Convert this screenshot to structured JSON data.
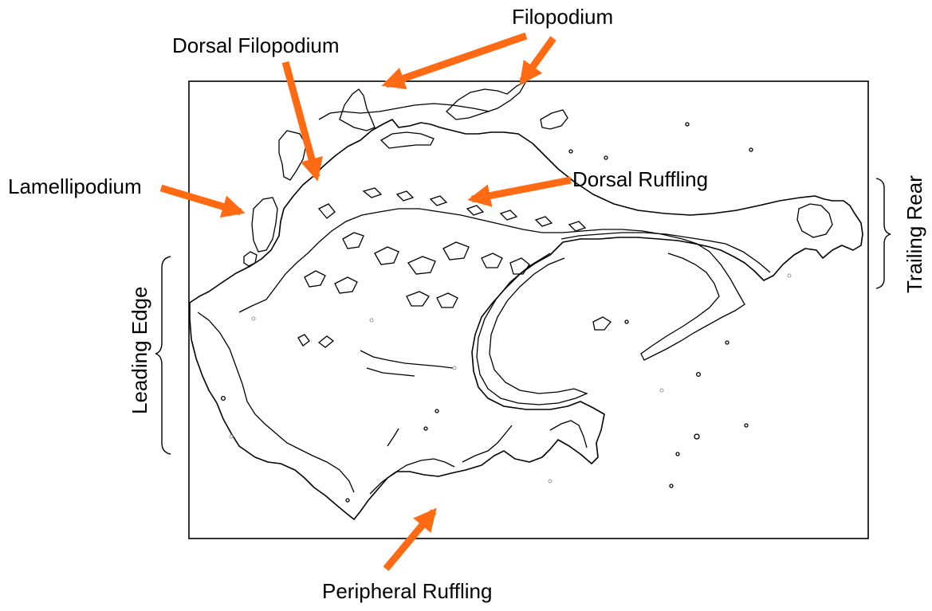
{
  "labels": {
    "filopodium": "Filopodium",
    "dorsal_filopodium": "Dorsal Filopodium",
    "lamellipodium": "Lamellipodium",
    "dorsal_ruffling": "Dorsal Ruffling",
    "trailing_rear": "Trailing Rear",
    "leading_edge": "Leading Edge",
    "peripheral_ruffling": "Peripheral Ruffling"
  },
  "colors": {
    "arrow": "#ff6a13",
    "outline": "#000000",
    "background": "#ffffff"
  }
}
